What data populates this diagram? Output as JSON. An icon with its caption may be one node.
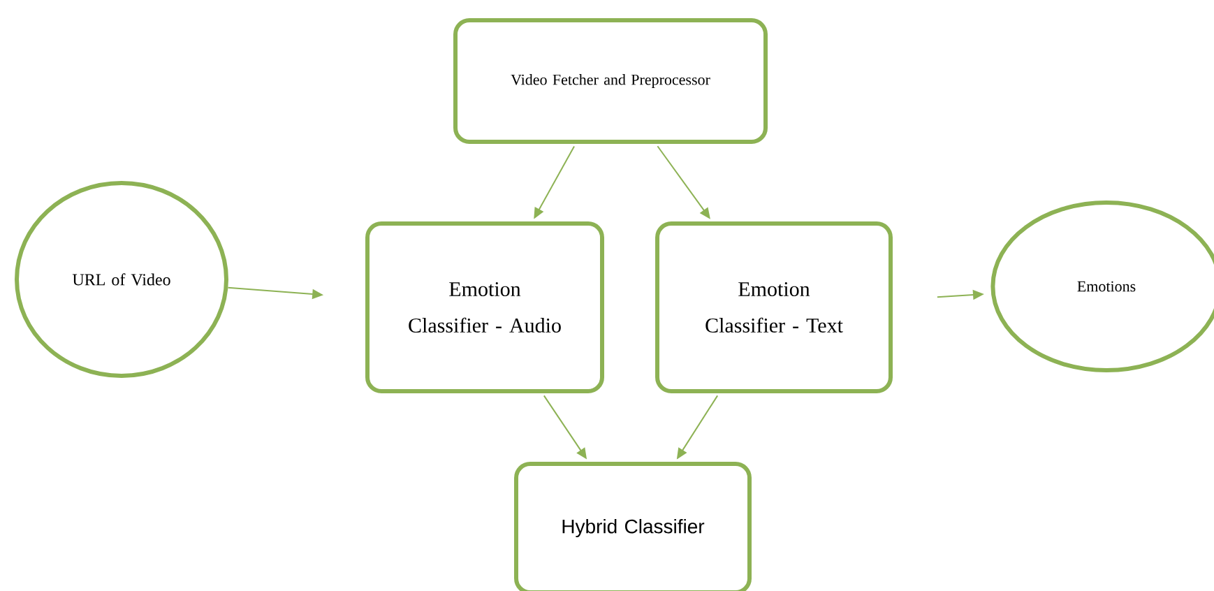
{
  "diagram": {
    "nodes": [
      {
        "text": [
          "Video Fetcher and Preprocessor"
        ]
      },
      {
        "text": [
          "URL of Video"
        ]
      },
      {
        "text": [
          "Emotion Classifier - Audio"
        ]
      },
      {
        "text": [
          "Emotion Classifier - Text"
        ]
      },
      {
        "text": [
          "Emotions"
        ]
      },
      {
        "text": [
          "Hybrid Classifier"
        ]
      }
    ],
    "edges": [
      {
        "from": 0,
        "to": 2,
        "arrow": "to"
      },
      {
        "from": 0,
        "to": 3,
        "arrow": "to"
      },
      {
        "from": 1,
        "to": 2,
        "arrow": "to"
      },
      {
        "from": 3,
        "to": 4,
        "arrow": "to"
      },
      {
        "from": 2,
        "to": 5,
        "arrow": "to"
      },
      {
        "from": 3,
        "to": 5,
        "arrow": "to"
      }
    ]
  }
}
